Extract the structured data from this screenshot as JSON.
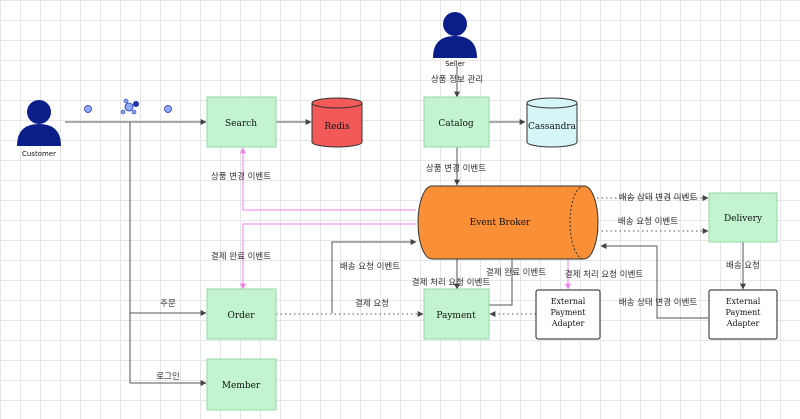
{
  "actors": {
    "customer": "Customer",
    "seller": "Seller"
  },
  "services": {
    "search": "Search",
    "catalog": "Catalog",
    "order": "Order",
    "payment": "Payment",
    "member": "Member",
    "delivery": "Delivery"
  },
  "datastores": {
    "redis": "Redis",
    "cassandra": "Cassandra"
  },
  "broker": "Event Broker",
  "adapters": {
    "payment_line1": "External",
    "payment_line2": "Payment",
    "payment_line3": "Adapter",
    "delivery_line1": "External",
    "delivery_line2": "Payment",
    "delivery_line3": "Adapter"
  },
  "labels": {
    "product_info_mgmt": "상품 정보 관리",
    "catalog_product_change": "상품 변경 이벤트",
    "search_product_change": "상품 변경 이벤트",
    "payment_complete_to_order": "결제 완료 이벤트",
    "delivery_request_event_left": "배송 요청 이벤트",
    "payment_process_request_event": "결제 처리 요청 이벤트",
    "payment_complete_event": "결제 완료 이벤트",
    "payment_process_request_adapter": "결제 처리 요청 이벤트",
    "delivery_status_change_top": "배송 상태 변경 이벤트",
    "delivery_request_event_right": "배송 요청 이벤트",
    "delivery_request": "배송 요청",
    "delivery_status_change_bottom": "배송 상태 변경 이벤트",
    "order": "주문",
    "payment_request": "결제 요청",
    "login": "로그인"
  },
  "colors": {
    "service_fill": "#c2f5cf",
    "service_stroke": "#9ad7a8",
    "redis_fill": "#f25a5a",
    "cassandra_fill": "#d6f5f7",
    "broker_fill": "#f98f36",
    "actor": "#0b1e8a",
    "pink_line": "#ee82ee"
  }
}
